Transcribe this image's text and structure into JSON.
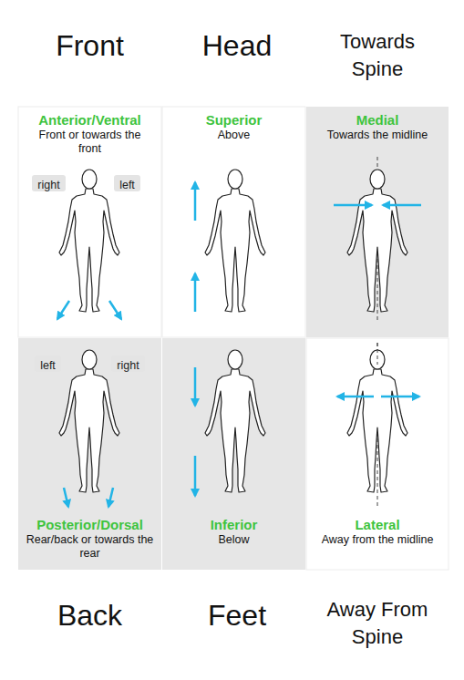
{
  "diagram": {
    "nodes": [
      {
        "text": [
          "Anterior/Ventral",
          "Front or towards the front"
        ]
      },
      {
        "text": [
          "right"
        ],
        "in": 0
      },
      {
        "text": [
          "left"
        ],
        "in": 0
      },
      {
        "text": [
          "Superior",
          "Above"
        ]
      },
      {
        "text": [
          "Medial",
          "Towards the midline"
        ]
      },
      {
        "text": [
          "Posterior/Dorsal",
          "Rear/back or towards the rear"
        ]
      },
      {
        "text": [
          "left"
        ],
        "in": 5
      },
      {
        "text": [
          "right"
        ],
        "in": 5
      },
      {
        "text": [
          "Inferior",
          "Below"
        ]
      },
      {
        "text": [
          "Lateral",
          "Away from the midline"
        ]
      }
    ],
    "labels": [
      "Front",
      "Head",
      "Towards Spine",
      "Back",
      "Feet",
      "Away From Spine"
    ]
  }
}
